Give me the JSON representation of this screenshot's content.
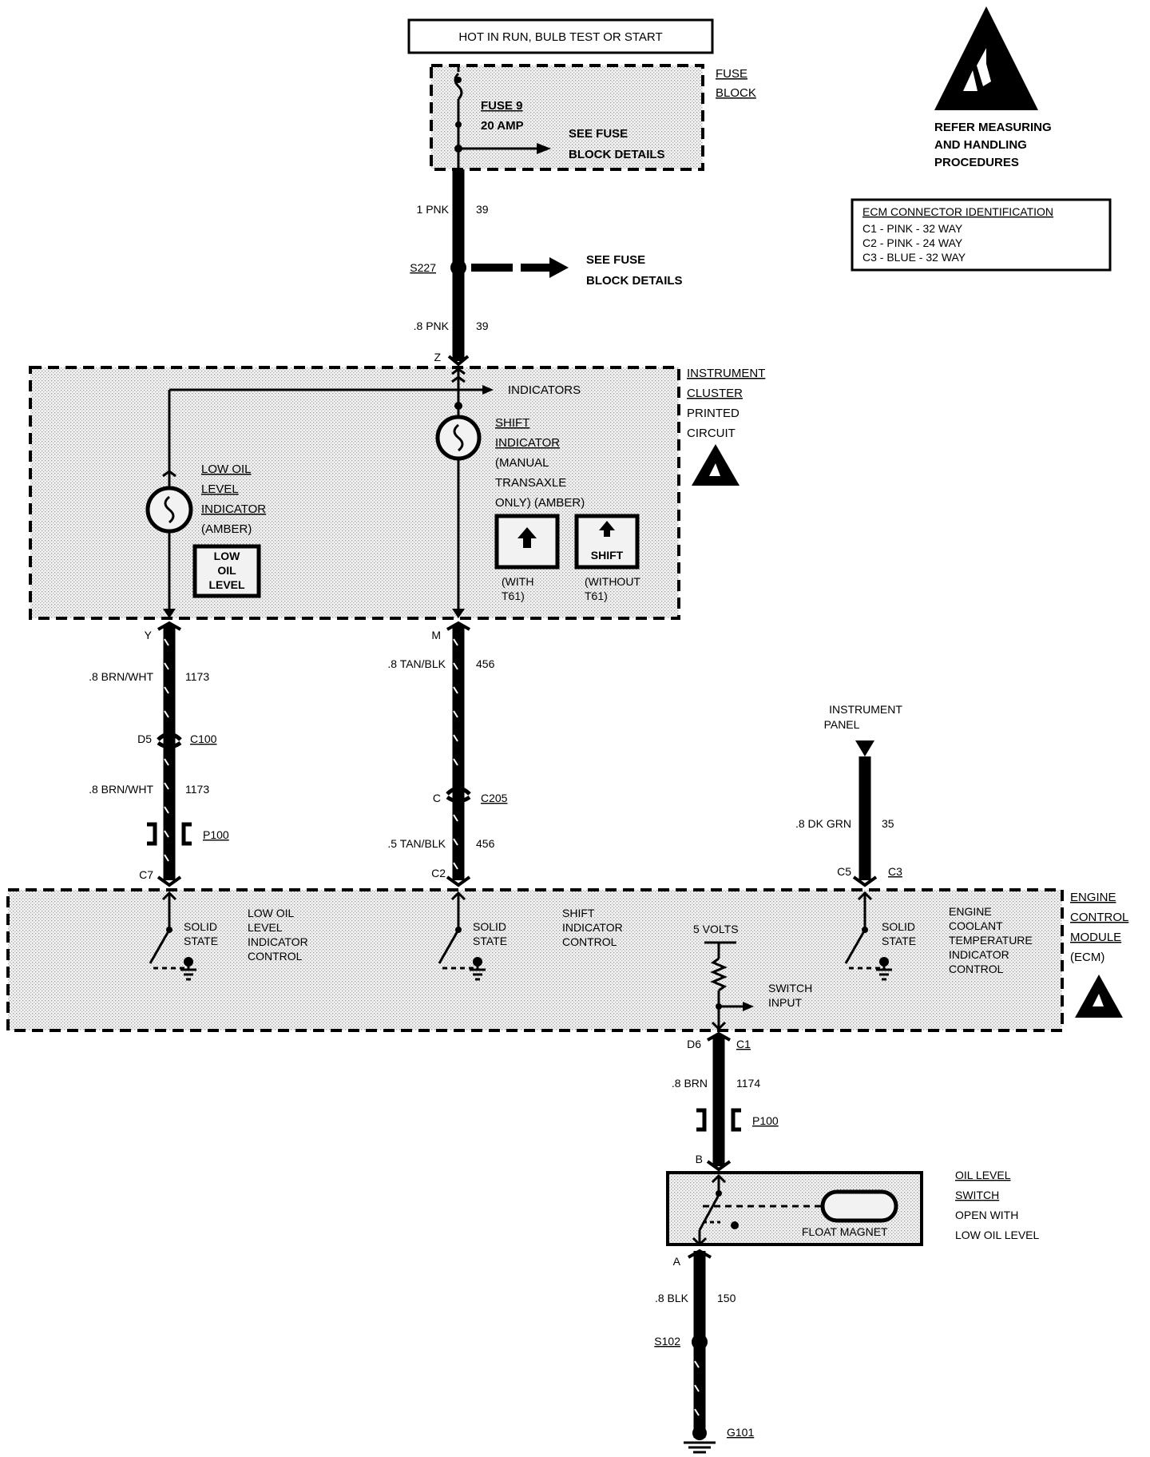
{
  "power": {
    "source": "HOT IN RUN, BULB TEST OR START"
  },
  "fuse_block": {
    "label": [
      "FUSE",
      "BLOCK"
    ],
    "fuse_name": "FUSE 9",
    "fuse_rating": "20 AMP",
    "see": [
      "SEE FUSE",
      "BLOCK DETAILS"
    ]
  },
  "esd": {
    "text": [
      "REFER MEASURING",
      "AND HANDLING",
      "PROCEDURES"
    ]
  },
  "ecm_connectors": {
    "title": "ECM CONNECTOR IDENTIFICATION",
    "rows": [
      "C1 - PINK - 32 WAY",
      "C2 - PINK - 24 WAY",
      "C3 - BLUE - 32 WAY"
    ]
  },
  "wires": {
    "w1": {
      "gauge": "1 PNK",
      "circuit": "39"
    },
    "s227": {
      "splice": "S227",
      "see": [
        "SEE FUSE",
        "BLOCK DETAILS"
      ]
    },
    "w2": {
      "gauge": ".8 PNK",
      "circuit": "39"
    },
    "pin_z": "Z",
    "left_top": {
      "pin": "Y",
      "gauge": ".8 BRN/WHT",
      "circuit": "1173"
    },
    "left_c100": {
      "pin": "D5",
      "connector": "C100"
    },
    "left_bottom": {
      "gauge": ".8 BRN/WHT",
      "circuit": "1173",
      "connector": "P100",
      "pin": "C7"
    },
    "mid_top": {
      "pin": "M",
      "gauge": ".8 TAN/BLK",
      "circuit": "456"
    },
    "mid_c205": {
      "pin": "C",
      "connector": "C205"
    },
    "mid_bottom": {
      "gauge": ".5 TAN/BLK",
      "circuit": "456",
      "pin": "C2"
    },
    "right": {
      "source": [
        "INSTRUMENT",
        "PANEL"
      ],
      "gauge": ".8 DK GRN",
      "circuit": "35",
      "pin": "C5",
      "connector": "C3"
    },
    "switch_top": {
      "pin": "D6",
      "connector": "C1",
      "gauge": ".8 BRN",
      "circuit": "1174",
      "p100": "P100",
      "pin_b": "B"
    },
    "ground": {
      "pin": "A",
      "gauge": ".8 BLK",
      "circuit": "150",
      "splice": "S102",
      "ground": "G101"
    }
  },
  "cluster": {
    "label": [
      "INSTRUMENT",
      "CLUSTER",
      "PRINTED",
      "CIRCUIT"
    ],
    "indicators": "INDICATORS",
    "low_oil": {
      "label": [
        "LOW OIL",
        "LEVEL",
        "INDICATOR",
        "(AMBER)"
      ],
      "lamp": [
        "LOW",
        "OIL",
        "LEVEL"
      ]
    },
    "shift": {
      "label": [
        "SHIFT",
        "INDICATOR",
        "(MANUAL",
        "TRANSAXLE",
        "ONLY) (AMBER)"
      ],
      "with": [
        "(WITH",
        "T61)"
      ],
      "without": [
        "(WITHOUT",
        "T61)"
      ],
      "shift_text": "SHIFT"
    }
  },
  "ecm": {
    "label": [
      "ENGINE",
      "CONTROL",
      "MODULE",
      "(ECM)"
    ],
    "solid_state": [
      "SOLID",
      "STATE"
    ],
    "ctrl_low_oil": [
      "LOW OIL",
      "LEVEL",
      "INDICATOR",
      "CONTROL"
    ],
    "ctrl_shift": [
      "SHIFT",
      "INDICATOR",
      "CONTROL"
    ],
    "volts": "5 VOLTS",
    "switch_input": [
      "SWITCH",
      "INPUT"
    ],
    "ctrl_coolant": [
      "ENGINE",
      "COOLANT",
      "TEMPERATURE",
      "INDICATOR",
      "CONTROL"
    ]
  },
  "oil_switch": {
    "label": [
      "OIL LEVEL",
      "SWITCH",
      "OPEN WITH",
      "LOW OIL LEVEL"
    ],
    "magnet": "FLOAT MAGNET"
  }
}
